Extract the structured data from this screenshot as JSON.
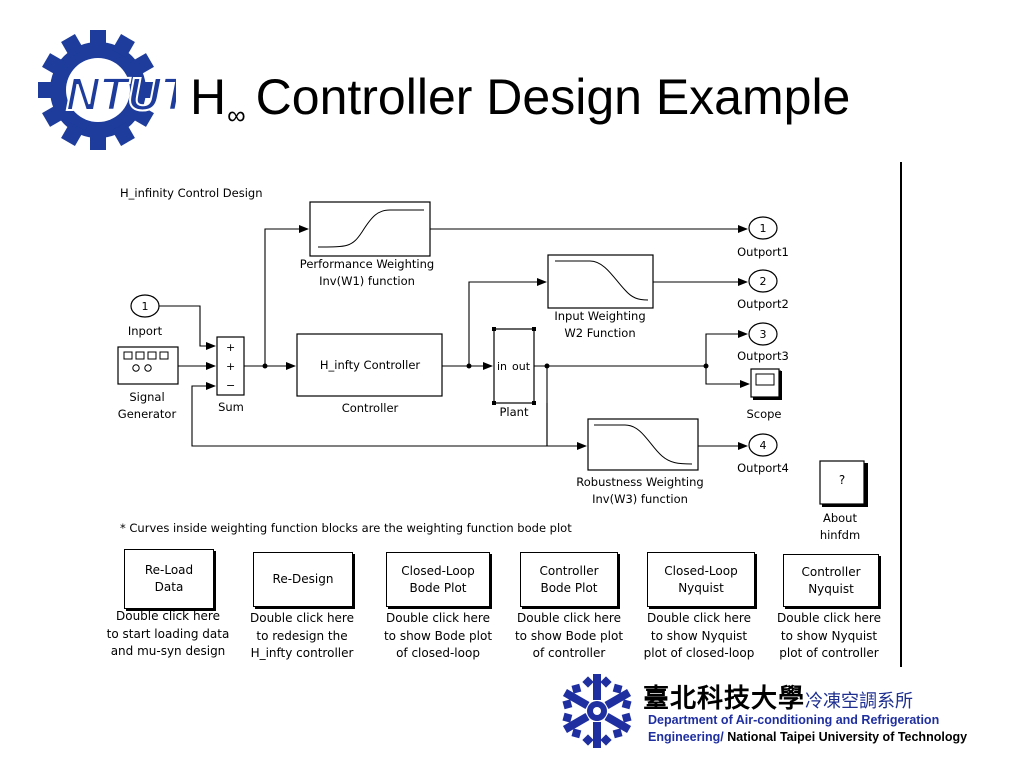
{
  "slide": {
    "title_main": "H",
    "title_sub": "∞",
    "title_rest": "Controller Design Example"
  },
  "diagram": {
    "heading": "H_infinity Control Design",
    "inport_num": "1",
    "inport_label": "Inport",
    "siggen_label_1": "Signal",
    "siggen_label_2": "Generator",
    "sum_label": "Sum",
    "sum_signs": [
      "+",
      "+",
      "−"
    ],
    "perf_label_1": "Performance Weighting",
    "perf_label_2": "Inv(W1) function",
    "controller_text": "H_infty Controller",
    "controller_label": "Controller",
    "plant_in": "in",
    "plant_out": "out",
    "plant_label": "Plant",
    "inputw_label_1": "Input Weighting",
    "inputw_label_2": "W2 Function",
    "robust_label_1": "Robustness Weighting",
    "robust_label_2": "Inv(W3) function",
    "outports": [
      {
        "num": "1",
        "label": "Outport1"
      },
      {
        "num": "2",
        "label": "Outport2"
      },
      {
        "num": "3",
        "label": "Outport3"
      },
      {
        "num": "4",
        "label": "Outport4"
      }
    ],
    "scope_label": "Scope",
    "about_q": "?",
    "about_label_1": "About",
    "about_label_2": "hinfdm",
    "footnote": "* Curves inside weighting function blocks are the weighting function bode plot"
  },
  "buttons": [
    {
      "label": "Re-Load\nData",
      "caption": "Double click here\nto start loading data\nand mu-syn design"
    },
    {
      "label": "Re-Design",
      "caption": "Double click here\nto redesign the\nH_infty controller"
    },
    {
      "label": "Closed-Loop\nBode Plot",
      "caption": "Double click here\nto show Bode plot\nof closed-loop"
    },
    {
      "label": "Controller\nBode Plot",
      "caption": "Double click here\nto show Bode plot\nof controller"
    },
    {
      "label": "Closed-Loop\nNyquist",
      "caption": "Double click here\nto show Nyquist\nplot of closed-loop"
    },
    {
      "label": "Controller\nNyquist",
      "caption": "Double click here\nto show Nyquist\nplot of controller"
    }
  ],
  "footer": {
    "university_cn": "臺北科技大學",
    "dept_cn": "冷凍空調系所",
    "dept_en_1": "Department of Air-conditioning and Refrigeration",
    "dept_en_2a": "Engineering/ ",
    "dept_en_2b": "National Taipei University of Technology"
  },
  "logo_text": "NTUT",
  "colors": {
    "logo_blue": "#1d3c9c",
    "footer_blue": "#1f2fa0"
  }
}
